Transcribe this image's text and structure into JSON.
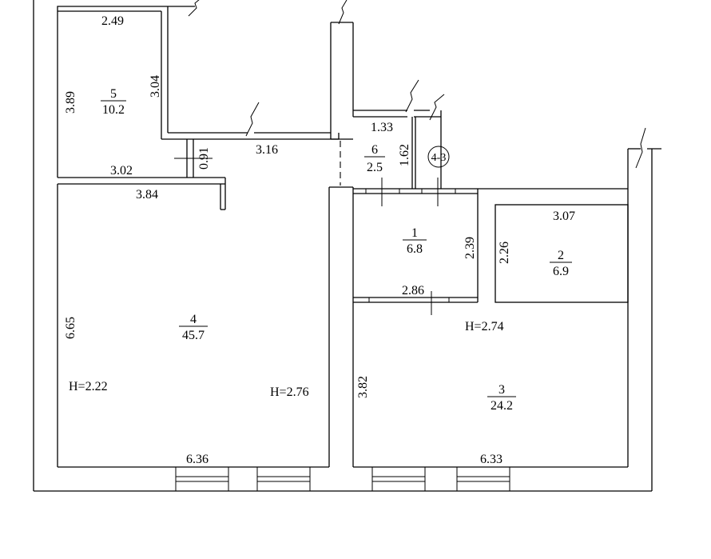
{
  "floor_plan": {
    "rooms": [
      {
        "id": "room-5",
        "number": "5",
        "area": "10.2"
      },
      {
        "id": "room-6",
        "number": "6",
        "area": "2.5"
      },
      {
        "id": "room-4",
        "number": "4",
        "area": "45.7"
      },
      {
        "id": "room-1",
        "number": "1",
        "area": "6.8"
      },
      {
        "id": "room-2",
        "number": "2",
        "area": "6.9"
      },
      {
        "id": "room-3",
        "number": "3",
        "area": "24.2"
      }
    ],
    "dimensions": {
      "d_2_49": "2.49",
      "d_3_89": "3.89",
      "d_3_04": "3.04",
      "d_3_16": "3.16",
      "d_0_91": "0.91",
      "d_3_02": "3.02",
      "d_3_84": "3.84",
      "d_1_33": "1.33",
      "d_1_62": "1.62",
      "d_3_07": "3.07",
      "d_2_39": "2.39",
      "d_2_26": "2.26",
      "d_2_86": "2.86",
      "d_6_65": "6.65",
      "d_3_82": "3.82",
      "d_6_36": "6.36",
      "d_6_33": "6.33"
    },
    "heights": {
      "h_left": "H=2.22",
      "h_mid": "H=2.76",
      "h_right": "H=2.74"
    },
    "marker": "4-3"
  }
}
